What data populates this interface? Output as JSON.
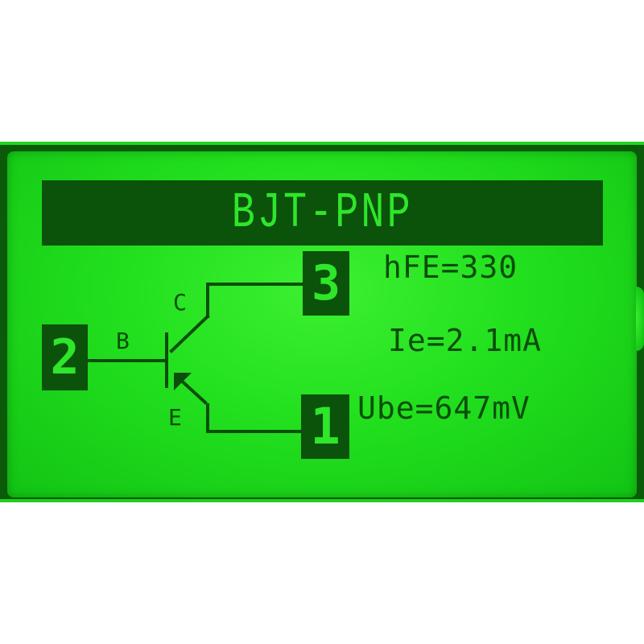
{
  "display": {
    "type": "graphic LCD",
    "colors": {
      "background": "#22e01e",
      "pixel_on": "#0b4d0b",
      "bezel": "#0a5a0a",
      "inverted_text": "#2ee62a"
    }
  },
  "header": {
    "title": "BJT-PNP"
  },
  "schematic": {
    "component": "PNP transistor",
    "terminals": {
      "base_label": "B",
      "collector_label": "C",
      "emitter_label": "E"
    },
    "pins": {
      "base_pin": "2",
      "collector_pin": "3",
      "emitter_pin": "1"
    }
  },
  "measurements": {
    "hfe": "hFE=330",
    "ie": "Ie=2.1mA",
    "ube": "Ube=647mV"
  }
}
